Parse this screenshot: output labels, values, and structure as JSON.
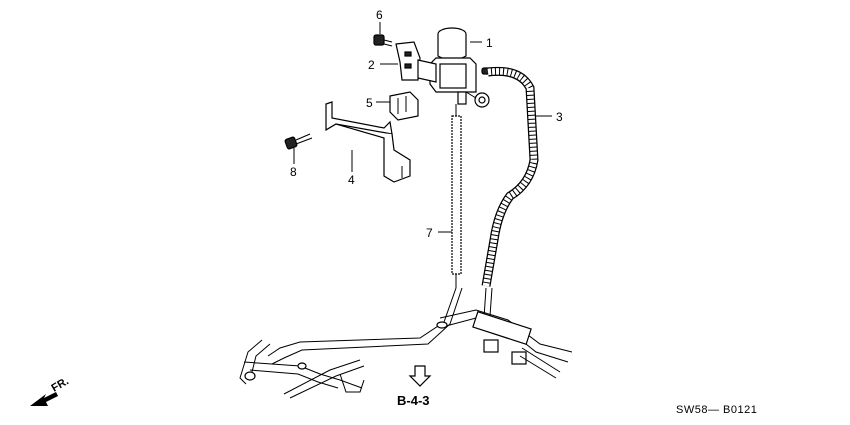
{
  "callouts": {
    "c1": "1",
    "c2": "2",
    "c3": "3",
    "c4": "4",
    "c5": "5",
    "c6": "6",
    "c7": "7",
    "c8": "8"
  },
  "reference": "B-4-3",
  "front_marker": "FR.",
  "diagram_code": "SW58— B0121"
}
